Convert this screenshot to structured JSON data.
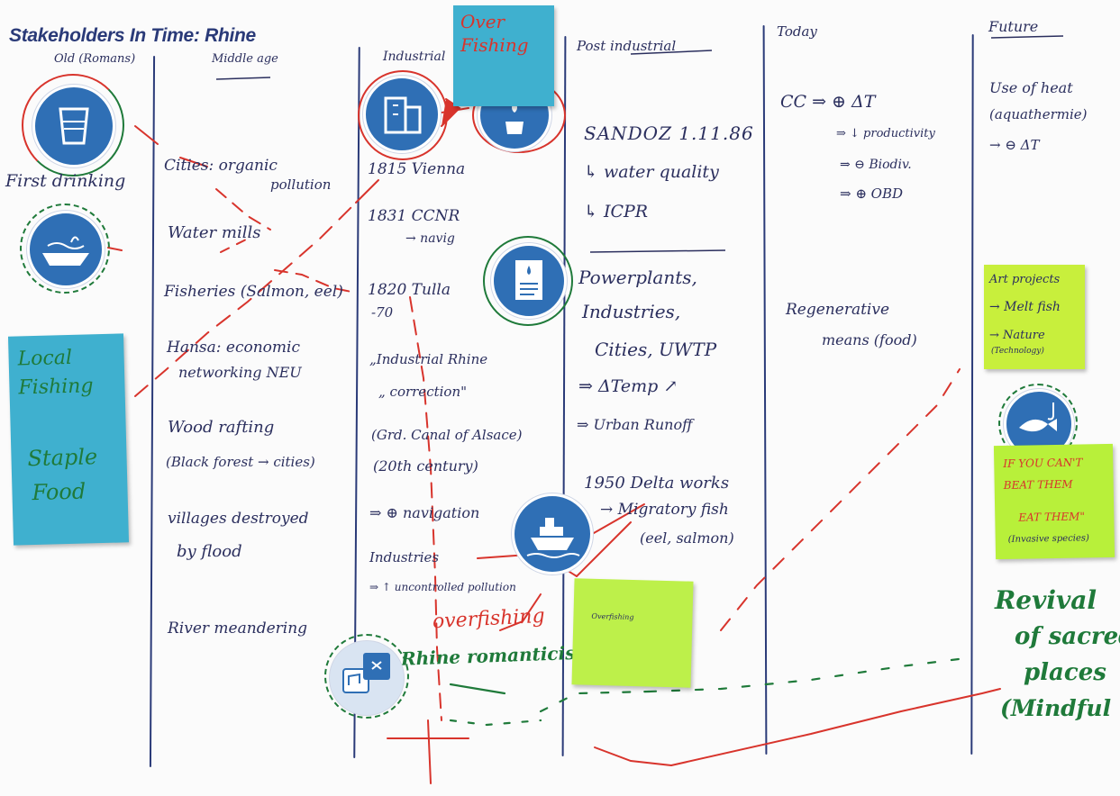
{
  "title": "Stakeholders In Time: Rhine",
  "columns": [
    {
      "label": "Old (Romans)"
    },
    {
      "label": "Middle age"
    },
    {
      "label": "Industrial"
    },
    {
      "label": "Post industrial"
    },
    {
      "label": "Today"
    },
    {
      "label": "Future"
    }
  ],
  "col_old": {
    "first_drinking": "First drinking"
  },
  "col_middle": {
    "lines": [
      "Cities: organic",
      "pollution",
      "Water mills",
      "Fisheries (Salmon, eel)",
      "Hansa: economic",
      "networking NEU",
      "Wood rafting",
      "(Black forest → cities)",
      "villages destroyed",
      "by flood",
      "River meandering"
    ]
  },
  "col_industrial": {
    "lines": [
      "1815 Vienna",
      "1831 CCNR",
      "→ navig",
      "1820 Tulla",
      "-70",
      "„Industrial Rhine",
      "„ correction\"",
      "(Grd. Canal of Alsace)",
      "(20th century)",
      "⇒ ⊕ navigation",
      "Industries",
      "⇒ ↑ uncontrolled pollution",
      "overfishing",
      "Rhine romanticism"
    ]
  },
  "col_post": {
    "lines": [
      "SANDOZ 1.11.86",
      "↳ water quality",
      "↳ ICPR",
      "Powerplants,",
      "Industries,",
      "Cities, UWTP",
      "⇒ ΔTemp ↗",
      "⇒ Urban Runoff",
      "1950 Delta works",
      "→ Migratory fish",
      "(eel, salmon)"
    ]
  },
  "col_today": {
    "lines": [
      "CC ⇒ ⊕ ΔT",
      "⇒ ↓ productivity",
      "⇒ ⊖ Biodiv.",
      "⇒ ⊕ OBD",
      "Regenerative",
      "means (food)"
    ]
  },
  "col_future": {
    "lines": [
      "Use of heat",
      "(aquathermie)",
      "→ ⊖ ΔT",
      "Revival",
      "of sacred",
      "places",
      "(Mindful"
    ]
  },
  "stickies": {
    "overfishing_top": [
      "Over",
      "Fishing"
    ],
    "local_fishing": [
      "Local",
      "Fishing",
      "Staple",
      "Food"
    ],
    "green_note": [
      "Overfishing"
    ],
    "art_projects": [
      "Art projects",
      "→ Melt fish",
      "→ Nature",
      "(Technology)"
    ],
    "beat_them": [
      "IF YOU CAN'T",
      "BEAT THEM",
      "EAT THEM\"",
      "(Invasive species)"
    ]
  },
  "colors": {
    "ink_blue": "#2b2f5e",
    "ink_green": "#1f7a3a",
    "ink_red": "#d8342c",
    "icon_blue": "#2f6fb5",
    "sticky_teal": "#3fb0cf",
    "sticky_lime": "#c8ef3c",
    "sticky_lime2": "#b8f03a",
    "sticky_green": "#bdf04a"
  },
  "icons": [
    "water-glass-icon",
    "boat-fire-icon",
    "factory-icon",
    "drinking-water-icon",
    "document-icon",
    "ship-icon",
    "music-culture-icon",
    "fish-hook-icon"
  ]
}
